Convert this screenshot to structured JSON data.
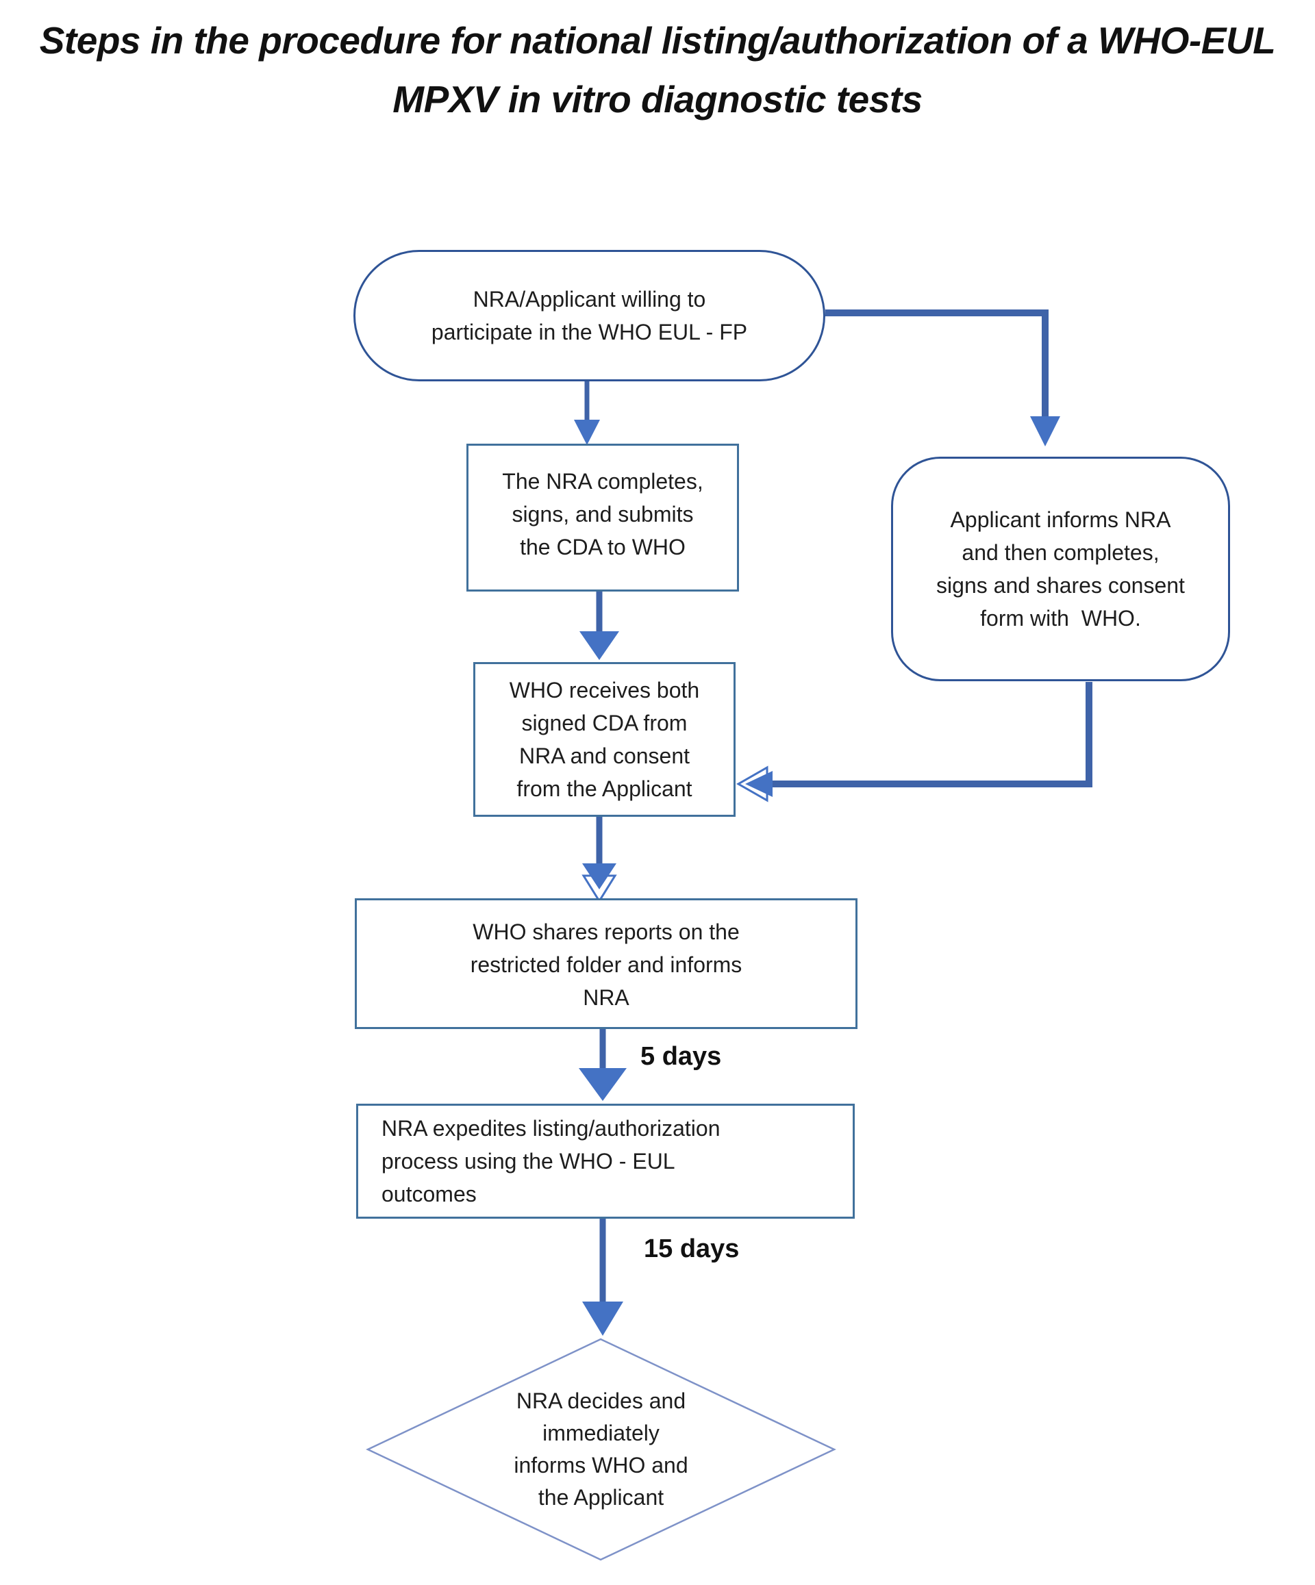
{
  "title": {
    "text": "Steps in the procedure for national listing/authorization of a WHO-EUL\nMPXV in vitro diagnostic tests"
  },
  "nodes": {
    "start": {
      "shape": "stadium",
      "text": "NRA/Applicant willing to\nparticipate in the WHO EUL - FP"
    },
    "nra_cda": {
      "shape": "rectangle",
      "text": "The NRA completes,\nsigns, and submits\nthe CDA to WHO"
    },
    "applicant_consent": {
      "shape": "rounded-rectangle",
      "text": "Applicant informs NRA\nand then completes,\nsigns and shares consent\nform with  WHO."
    },
    "who_receives": {
      "shape": "rectangle",
      "text": "WHO receives both\nsigned CDA from\nNRA and consent\nfrom the Applicant"
    },
    "who_shares": {
      "shape": "rectangle",
      "text": "WHO shares reports on the\nrestricted folder and informs\nNRA"
    },
    "nra_expedites": {
      "shape": "rectangle",
      "text": "NRA expedites listing/authorization\nprocess using the WHO - EUL\noutcomes"
    },
    "nra_decides": {
      "shape": "diamond",
      "text": "NRA decides and\nimmediately\ninforms WHO and\nthe Applicant"
    }
  },
  "edge_labels": {
    "five_days": "5 days",
    "fifteen_days": "15 days"
  },
  "colors": {
    "background": "#ffffff",
    "title_text": "#111111",
    "node_text": "#1d1d1d",
    "arrow": "#4472c4",
    "connector": "#3f63a8",
    "rect_border": "#41719c",
    "stadium_border": "#2f5496",
    "diamond_border": "#7e92c8"
  }
}
